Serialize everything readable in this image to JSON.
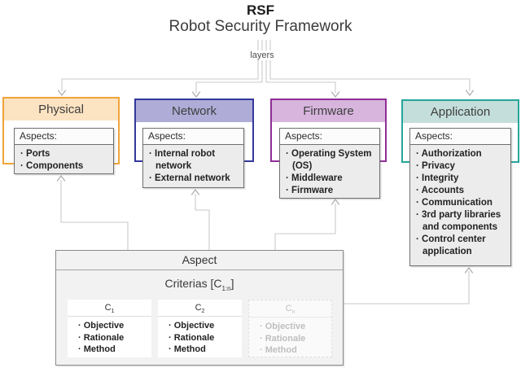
{
  "title": "RSF",
  "subtitle": "Robot Security Framework",
  "layers_label": "layers",
  "layers": [
    {
      "title": "Physical",
      "aspects_label": "Aspects:",
      "border_color": "#F0A43B",
      "fill_color": "#FCE3C2",
      "items": [
        "Ports",
        "Components"
      ]
    },
    {
      "title": "Network",
      "aspects_label": "Aspects:",
      "border_color": "#34389B",
      "fill_color": "#AFACD7",
      "items": [
        "Internal robot network",
        "External network"
      ]
    },
    {
      "title": "Firmware",
      "aspects_label": "Aspects:",
      "border_color": "#8F2D96",
      "fill_color": "#D7B5DD",
      "items": [
        "Operating System (OS)",
        "Middleware",
        "Firmware"
      ]
    },
    {
      "title": "Application",
      "aspects_label": "Aspects:",
      "border_color": "#25A69B",
      "fill_color": "#C4DFDB",
      "items": [
        "Authorization",
        "Privacy",
        "Integrity",
        "Accounts",
        "Communication",
        "3rd party libraries and components",
        "Control center application"
      ]
    }
  ],
  "aspect_panel": {
    "title": "Aspect",
    "criterias_prefix": "Criterias [C",
    "criterias_sub": "1:n",
    "criterias_suffix": "]",
    "cards": [
      {
        "label": "C",
        "sub": "1",
        "muted": false,
        "items": [
          "Objective",
          "Rationale",
          "Method"
        ]
      },
      {
        "label": "C",
        "sub": "2",
        "muted": false,
        "items": [
          "Objective",
          "Rationale",
          "Method"
        ]
      },
      {
        "label": "C",
        "sub": "n",
        "muted": true,
        "items": [
          "Objective",
          "Rationale",
          "Method"
        ]
      }
    ]
  },
  "colors": {
    "connector": "#C9C9C9",
    "arrowhead": "#ABABAB"
  }
}
